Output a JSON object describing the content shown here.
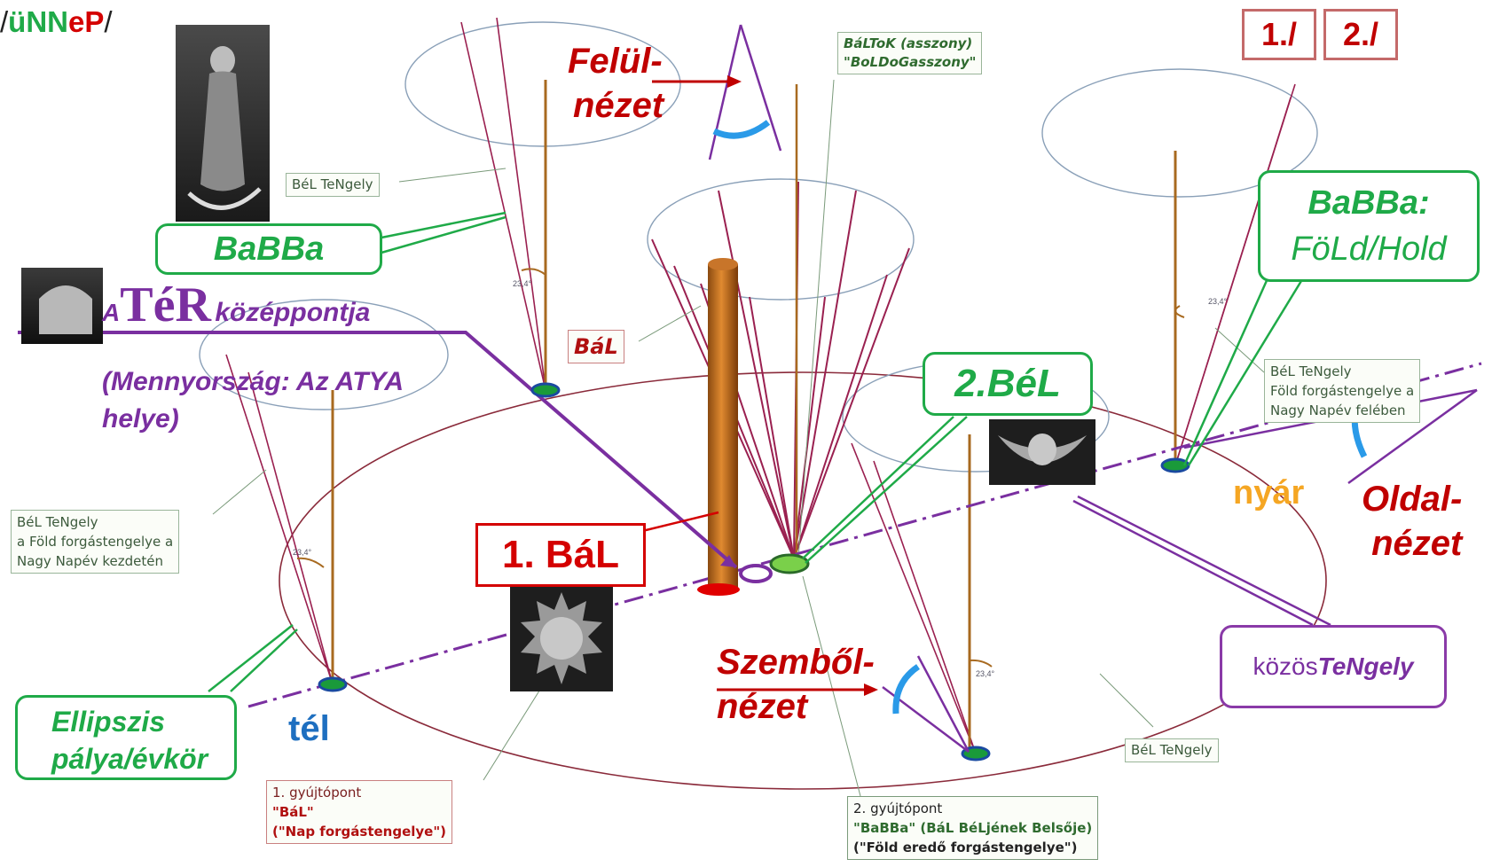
{
  "title": {
    "prefix": "/",
    "u": "ü",
    "nn": "NN",
    "e": "e",
    "p": "P",
    "suffix": "/"
  },
  "nav": {
    "btn1": "1./",
    "btn2": "2./"
  },
  "labels": {
    "felul_1": "Felül-",
    "felul_2": "nézet",
    "oldal_1": "Oldal-",
    "oldal_2": "nézet",
    "szembol_1": "Szemből-",
    "szembol_2": "nézet",
    "nyar": "nyár",
    "tel": "tél",
    "a_small": "A",
    "ter": "TéR",
    "kozeppontja": "középpontja",
    "mennyorszag_1": "(Mennyország: Az ATYA",
    "mennyorszag_2": "helye)",
    "bal_center": "BáL",
    "bal_one": "1. BáL",
    "bel_two": "2.BéL",
    "babba_left": "BaBBa",
    "babba_right_1": "BaBBa:",
    "babba_right_2": "FöLd/Hold",
    "ellipszis_1": "Ellipszis",
    "ellipszis_2": "pálya/évkör",
    "kozos_1": "közös",
    "kozos_2": "TeNgely"
  },
  "notes": {
    "baltok_1": "BáLToK (asszony)",
    "baltok_2": "\"BoLDoGasszony\"",
    "bel_tengely_top": "BéL TeNgely",
    "bel_tengely_left_1": "BéL TeNgely",
    "bel_tengely_left_2": "a Föld forgástengelye a",
    "bel_tengely_left_3": "Nagy Napév kezdetén",
    "bel_tengely_right_1": "BéL TeNgely",
    "bel_tengely_right_2": "Föld forgástengelye a",
    "bel_tengely_right_3": "Nagy Napév felében",
    "bel_tengely_bottom": "BéL TeNgely",
    "gyujtopont1_1": "1. gyújtópont",
    "gyujtopont1_2": "\"BáL\"",
    "gyujtopont1_3": "(\"Nap forgástengelye\")",
    "gyujtopont2_1": "2. gyújtópont",
    "gyujtopont2_2": "\"BaBBa\" (BáL BéLjének Belsője)",
    "gyujtopont2_3": "(\"Föld eredő forgástengelye\")",
    "angle": "23,4°"
  },
  "colors": {
    "green": "#1faa48",
    "purple": "#7a2fa0",
    "red": "#d40000",
    "darkred": "#b01010",
    "blue": "#1e6fc0",
    "orange": "#f5a623",
    "maroon": "#8b1a3a",
    "rod": "#b8742a"
  }
}
